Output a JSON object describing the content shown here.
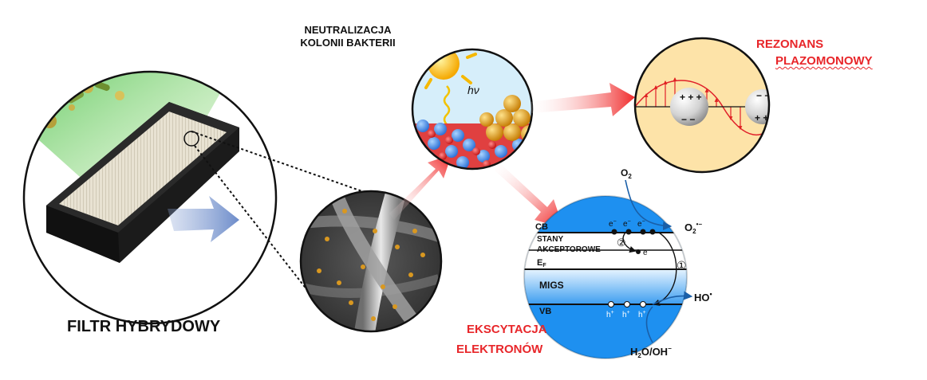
{
  "filter": {
    "title": "FILTR HYBRYDOWY"
  },
  "neutralization": {
    "line1": "NEUTRALIZACJA",
    "line2": "KOLONII BAKTERII",
    "photon": "hν"
  },
  "plasmon": {
    "line1": "REZONANS",
    "line2": "PLAZOMONOWY"
  },
  "excitation": {
    "line1": "EKSCYTACJA",
    "line2": "ELEKTRONÓW"
  },
  "band": {
    "cb": "CB",
    "acceptor1": "STANY",
    "acceptor2": "AKCEPTOROWE",
    "ef": "E",
    "ef_sub": "F",
    "migs": "MIGS",
    "vb": "VB",
    "electron": "e",
    "electron_sup": "−",
    "hole": "h",
    "hole_sup": "+",
    "step1": "①",
    "step2": "②"
  },
  "chemistry": {
    "o2": "O",
    "o2_sub": "2",
    "superoxide": "O",
    "superoxide_sub": "2",
    "superoxide_sup": "•−",
    "hydroxyl": "HO",
    "hydroxyl_sup": "•",
    "water": "H",
    "water_sub": "2",
    "water_rest": "O/OH",
    "water_sup": "−"
  },
  "colors": {
    "red_label": "#e8262a",
    "arrow": "#f04040",
    "band_blue": "#1e90f0",
    "plasmon_bg": "#fde3a8",
    "particle_sky": "#d6eefa",
    "migs_blue": "#55b0f0",
    "dark_arrow": "#1a5fa8"
  }
}
